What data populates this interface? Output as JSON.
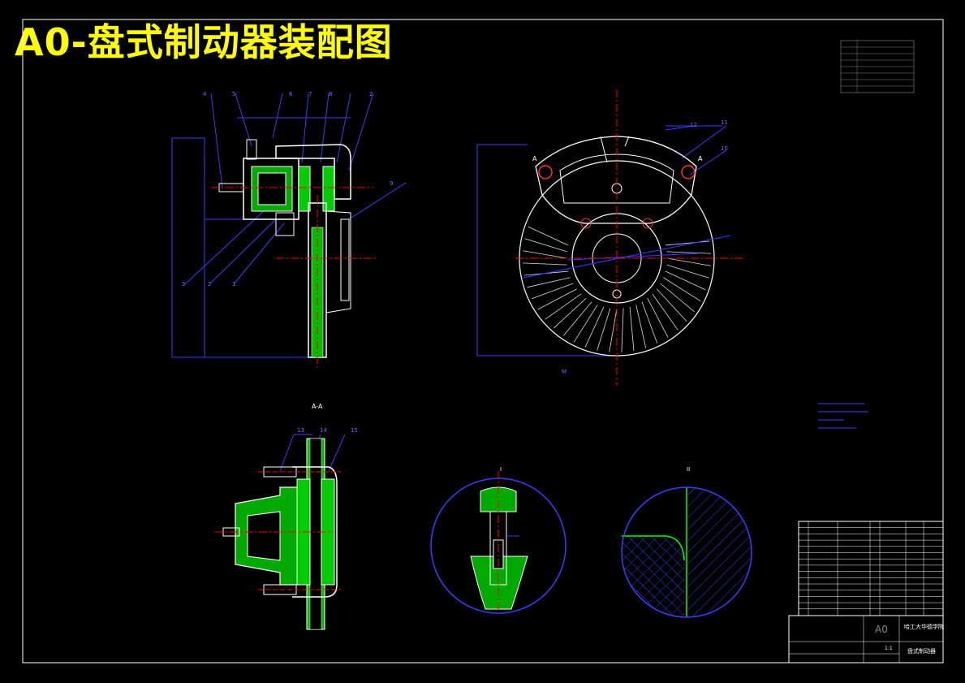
{
  "title": "A0-盘式制动器装配图",
  "section_label": "A-A",
  "section_mark_left": "A",
  "section_mark_right": "A",
  "detail_b_label": "I",
  "detail_c_label": "II",
  "part_numbers_side": [
    "4",
    "5",
    "6",
    "7",
    "8",
    "9",
    "2"
  ],
  "part_numbers_front": [
    "10",
    "11",
    "12"
  ],
  "part_numbers_section": [
    "13",
    "14",
    "15"
  ],
  "part_numbers_bottom": [
    "3",
    "2",
    "1"
  ],
  "dim_label_front": "M",
  "title_block": {
    "sheet_size": "A0",
    "school": "哈工大华德学院",
    "drawing_name": "盘式制动器",
    "scale": "1:1"
  },
  "colors": {
    "background": "#000000",
    "title": "#ffff00",
    "lines": "#ffffff",
    "dimension": "#3c3cff",
    "center": "#ff0000",
    "hatch": "#00ff00"
  }
}
